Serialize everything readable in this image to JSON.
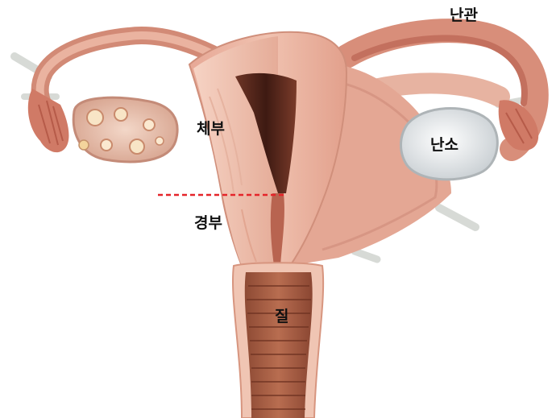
{
  "labels": {
    "fallopian_tube": "난관",
    "ovary": "난소",
    "uterine_body": "체부",
    "cervix": "경부",
    "vagina": "질"
  },
  "colors": {
    "tissue_light": "#f1c9b6",
    "tissue_mid": "#e3a08d",
    "tissue_dark": "#c7705e",
    "cavity_dark": "#4a2119",
    "ligament": "#d9dcd8",
    "divider_line": "#e5242a"
  }
}
